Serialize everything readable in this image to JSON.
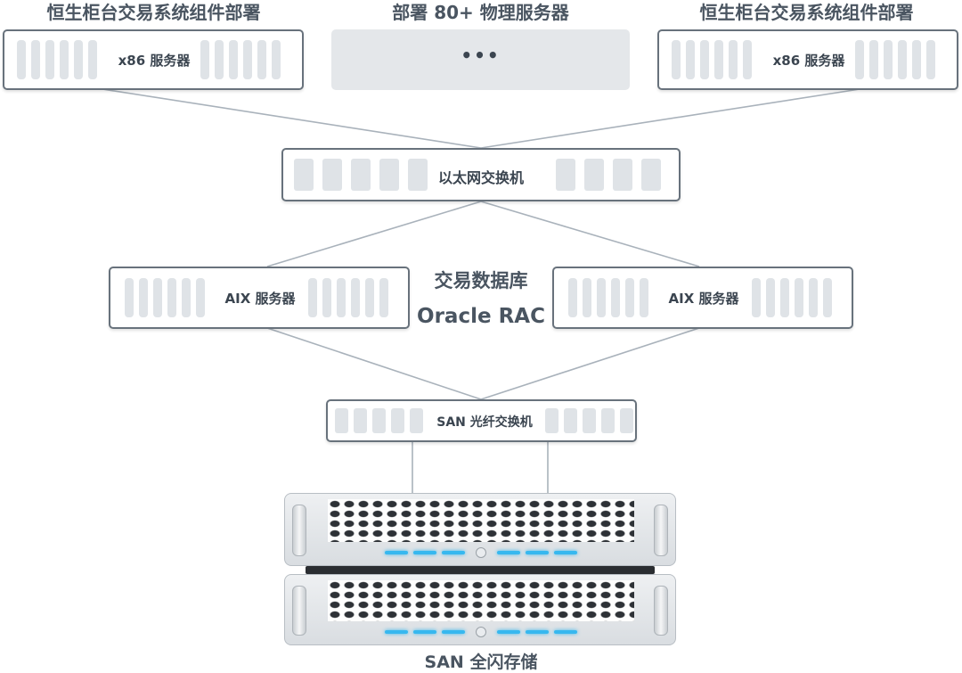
{
  "top": {
    "left_title": "恒生柜台交易系统组件部署",
    "center_title": "部署 80+ 物理服务器",
    "right_title": "恒生柜台交易系统组件部署",
    "left_server": "x86 服务器",
    "center_ellipsis": "•••",
    "right_server": "x86 服务器"
  },
  "switch": {
    "label": "以太网交换机"
  },
  "database": {
    "title_line1": "交易数据库",
    "title_line2": "Oracle RAC",
    "left_server": "AIX 服务器",
    "right_server": "AIX 服务器"
  },
  "san_switch": {
    "label": "SAN 光纤交换机"
  },
  "storage": {
    "label": "SAN 全闪存储"
  },
  "colors": {
    "border": "#68727c",
    "slot": "#dfe3e7",
    "line": "#a9b2bb",
    "led": "#37b8ef"
  }
}
